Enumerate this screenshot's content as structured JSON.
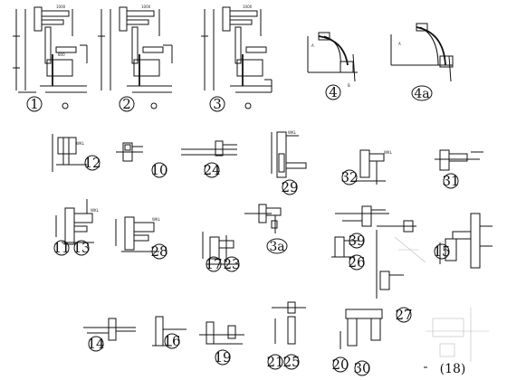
{
  "sheet": {
    "labels": {
      "d1": "1",
      "d2": "2",
      "d3": "3",
      "d4": "4",
      "d4a": "4a",
      "d12": "12",
      "d10": "10",
      "d24": "24",
      "d29": "29",
      "d32": "32",
      "d31": "31",
      "d11": "11",
      "d13": "13",
      "d28": "28",
      "d17": "17",
      "d23": "23",
      "d3a": "3a",
      "d39": "39",
      "d26": "26",
      "d27": "27",
      "d15": "15",
      "d18": "(18)",
      "d14": "14",
      "d16": "16",
      "d19": "19",
      "d21": "21",
      "d25": "25",
      "d20": "20",
      "d30": "30"
    }
  }
}
